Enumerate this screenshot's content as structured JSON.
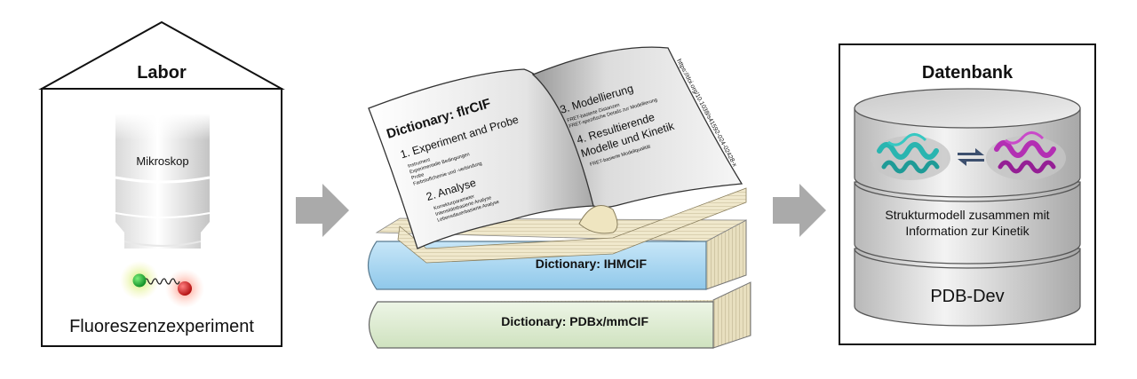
{
  "labor": {
    "title": "Labor",
    "microscope_label": "Mikroskop",
    "caption": "Fluoreszenzexperiment"
  },
  "books": {
    "open_book": {
      "title": "Dictionary: flrCIF",
      "section1": "1. Experiment and Probe",
      "section1_items": [
        "Instrument",
        "Experimentelle Bedingungen",
        "Probe",
        "Farbstoffchemie und -verbindung"
      ],
      "section2": "2. Analyse",
      "section2_items": [
        "Korrekturparameter",
        "Intensitätsbasierte Analyse",
        "Lebensdauerbasierte Analyse"
      ],
      "section3": "3. Modellierung",
      "section3_items": [
        "FRET-basierte Distanzen",
        "FRET-spezifische Details zur Modellierung"
      ],
      "section4_line1": "4. Resultierende",
      "section4_line2": "Modelle und Kinetik",
      "section4_items": [
        "FRET-basierte Modellqualität"
      ],
      "doi": "https://doi.org/10.1038/s41592-024-02428-x"
    },
    "ihmcif": "Dictionary: IHMCIF",
    "pdbx": "Dictionary: PDBx/mmCIF"
  },
  "datenbank": {
    "title": "Datenbank",
    "middle_line1": "Strukturmodell zusammen mit",
    "middle_line2": "Information zur Kinetik",
    "bottom": "PDB-Dev"
  },
  "colors": {
    "arrow": "#aaaaaa",
    "ihmcif_book": "#a9d6f2",
    "pdbx_book": "#dcebd0",
    "protein_left": "#2ab5b0",
    "protein_right": "#b32fb3",
    "exchange_arrows": "#3c4f6e",
    "fluorophore_green": "#10b030",
    "fluorophore_red": "#e01818"
  }
}
